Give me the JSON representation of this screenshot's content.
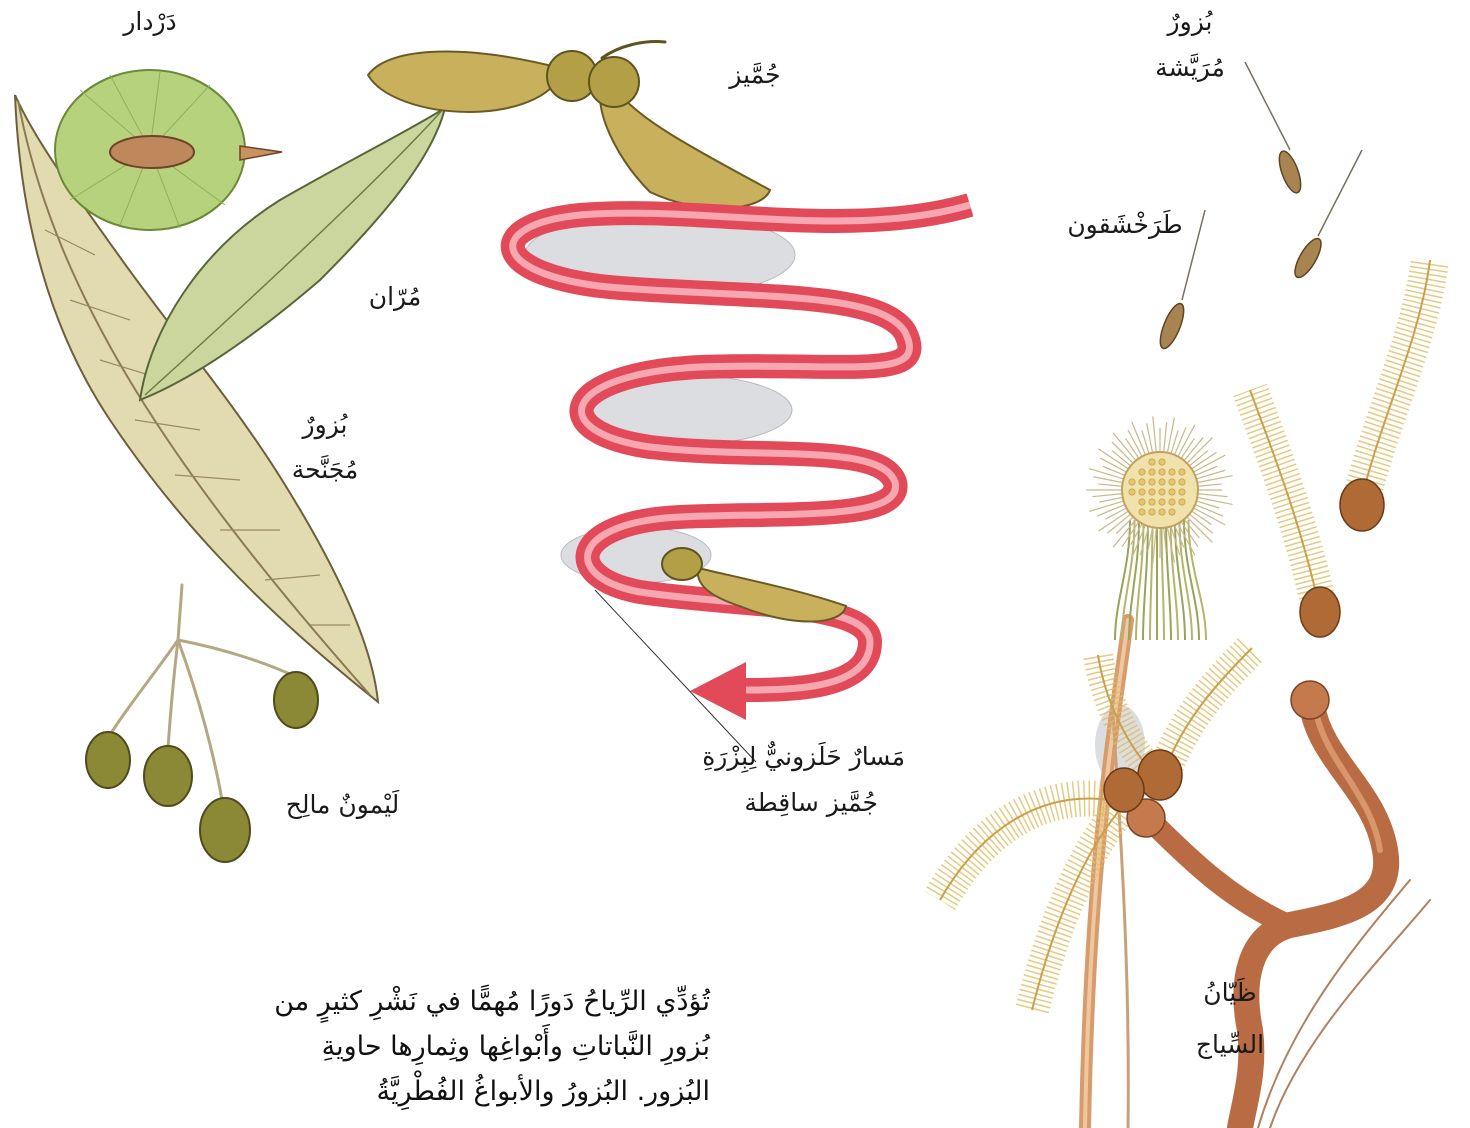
{
  "labels": {
    "elm": "دَرْدار",
    "sycamore": "جُمَّيز",
    "plumed_seeds": [
      "بُزورٌ",
      "مُرَيَّشة"
    ],
    "dandelion": "طَرَخْشَقون",
    "ash": "مُرّان",
    "winged_seeds": [
      "بُزورٌ",
      "مُجَنَّحة"
    ],
    "spiral_path": [
      "مَسارٌ حَلَزونيٌّ لِبِزْرَةِ",
      "جُمَّيز ساقِطة"
    ],
    "lime": "لَيْمونٌ مالِح",
    "clematis": [
      "ظَيّانُ",
      "السِّياج"
    ]
  },
  "caption": [
    "تُؤدِّي الرِّياحُ دَورًا مُهمًّا في نَشْرِ كثيرٍ من",
    "بُزورِ النَّباتاتِ وأَبْواغِها وثِمارِها حاويةِ",
    "البُزور. البُزورُ والأبواغُ الفُطْرِيَّةُ"
  ],
  "colors": {
    "spiral": "#e24a5a",
    "spiral_highlight": "#f6a7af",
    "clematis_stem": "#b96c43",
    "plume": "#dfbd62"
  }
}
